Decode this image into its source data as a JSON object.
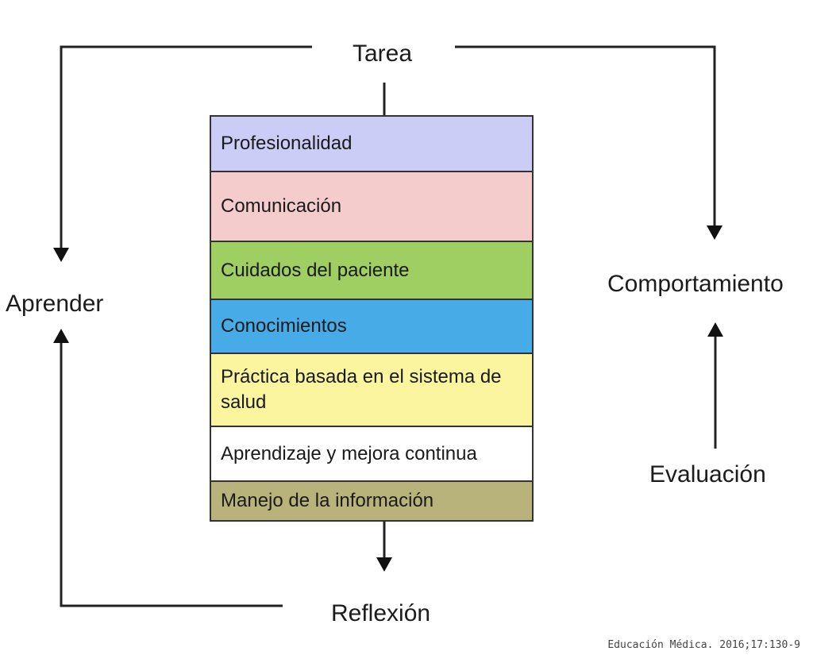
{
  "diagram": {
    "nodes": {
      "top": "Tarea",
      "left": "Aprender",
      "right_top": "Comportamiento",
      "right_bottom": "Evaluación",
      "bottom": "Reflexión"
    },
    "competencies": [
      {
        "label": "Profesionalidad",
        "color": "#cccdf6"
      },
      {
        "label": "Comunicación",
        "color": "#f4cccc"
      },
      {
        "label": "Cuidados del paciente",
        "color": "#9fce62"
      },
      {
        "label": "Conocimientos",
        "color": "#46abe7"
      },
      {
        "label": "Práctica basada en el sistema de salud",
        "color": "#fcf59f"
      },
      {
        "label": "Aprendizaje y mejora continua",
        "color": "#ffffff"
      },
      {
        "label": "Manejo de la información",
        "color": "#b7b37a"
      }
    ],
    "citation": "Educación Médica. 2016;17:130-9"
  }
}
